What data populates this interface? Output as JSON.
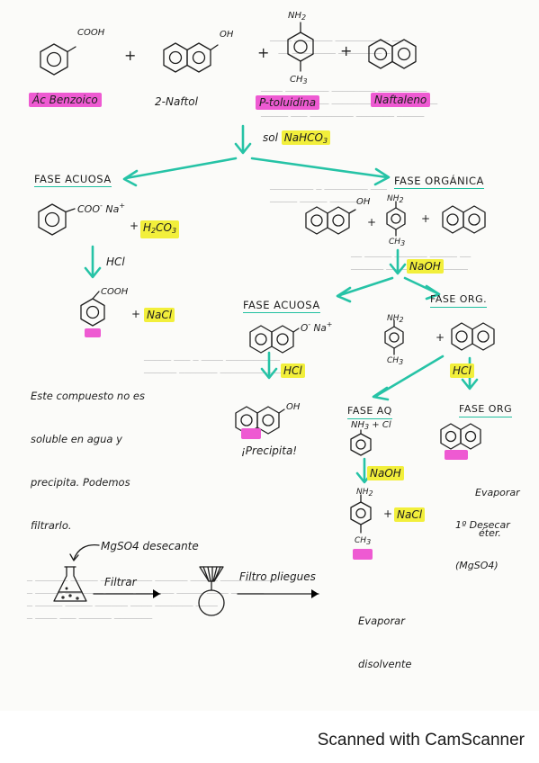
{
  "row1": {
    "benzoic_sub": "COOH",
    "naphthol_sub": "OH",
    "toluidine_top": "NH",
    "toluidine_top_sub": "2",
    "toluidine_bottom": "CH",
    "toluidine_bottom_sub": "3",
    "plus": "+",
    "labels": [
      "Ác Benzoico",
      "2-Naftol",
      "P-toluidina",
      "Naftaleno"
    ]
  },
  "sol": {
    "prefix": "sol",
    "reagent": "NaHCO",
    "reagent_sub": "3"
  },
  "left_aq": {
    "header": "FASE ACUOSA",
    "salt": "COO",
    "salt_charge": "-",
    "salt_cation": "Na",
    "salt_cation_charge": "+",
    "plus": "+",
    "acid": "H",
    "acid_sub1": "2",
    "acid_mid": "CO",
    "acid_sub2": "3",
    "reagent": "HCl",
    "product_sub": "COOH",
    "product_plus": "+",
    "product_salt": "NaCl",
    "note": [
      "Este compuesto no es",
      "soluble en agua y",
      "precipita. Podemos",
      "filtrarlo."
    ]
  },
  "right_org": {
    "header": "FASE ORGÁNICA",
    "naphthol_sub": "OH",
    "tol_top": "NH",
    "tol_top_sub": "2",
    "tol_bottom": "CH",
    "tol_bottom_sub": "3",
    "plus": "+",
    "reagent": "NaOH"
  },
  "mid_aq": {
    "header": "FASE ACUOSA",
    "salt": "O",
    "salt_charge": "-",
    "salt_cation": "Na",
    "salt_cation_charge": "+",
    "reagent": "HCl",
    "product_sub": "OH",
    "note": "¡Precipita!"
  },
  "org2": {
    "header": "FASE ORG.",
    "tol_top": "NH",
    "tol_top_sub": "2",
    "tol_bottom": "CH",
    "tol_bottom_sub": "3",
    "plus": "+",
    "reagent": "HCl"
  },
  "aq2": {
    "header": "FASE AQ",
    "species": "NH",
    "species_sub": "3",
    "species_rest": "+ Cl",
    "reagent": "NaOH",
    "tol_top": "NH",
    "tol_top_sub": "2",
    "tol_bottom": "CH",
    "tol_bottom_sub": "3",
    "plus": "+",
    "salt": "NaCl"
  },
  "org3": {
    "header": "FASE ORG",
    "notes": [
      "Evaporar",
      "éter.",
      "1º Desecar",
      "(MgSO4)"
    ]
  },
  "procedure": {
    "desiccant": "MgSO4 desecante",
    "filter": "Filtrar",
    "fold_filter": "Filtro pliegues",
    "evaporate": [
      "Evaporar",
      "disolvente"
    ]
  },
  "footer": "Scanned with CamScanner",
  "colors": {
    "pink": "#ee5ad2",
    "yellow": "#f2ef3b",
    "teal": "#26c3a6"
  }
}
